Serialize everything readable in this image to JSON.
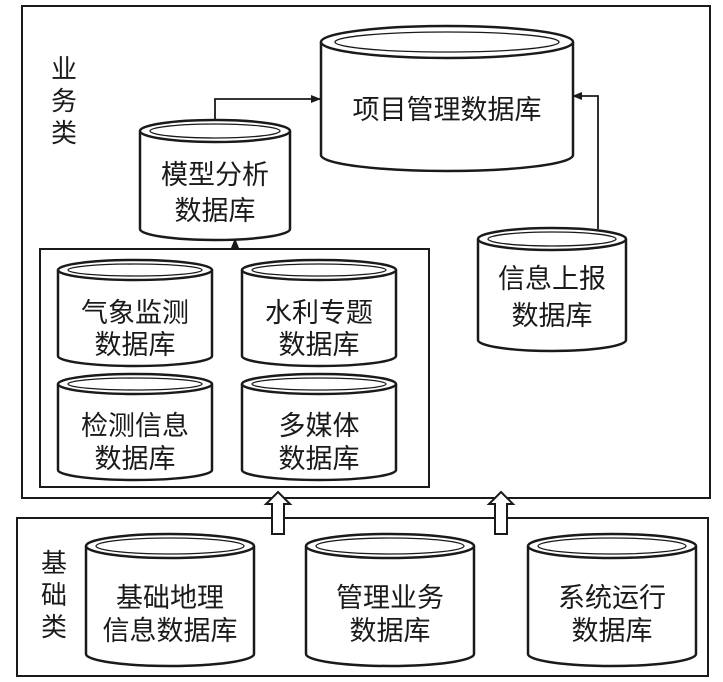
{
  "groups": {
    "business": {
      "label_chars": [
        "业",
        "务",
        "类"
      ]
    },
    "basic": {
      "label_chars": [
        "基",
        "础",
        "类"
      ]
    }
  },
  "databases": {
    "project": {
      "line1": "项目管理数据库"
    },
    "model": {
      "line1": "模型分析",
      "line2": "数据库"
    },
    "report": {
      "line1": "信息上报",
      "line2": "数据库"
    },
    "weather": {
      "line1": "气象监测",
      "line2": "数据库"
    },
    "water": {
      "line1": "水利专题",
      "line2": "数据库"
    },
    "inspect": {
      "line1": "检测信息",
      "line2": "数据库"
    },
    "media": {
      "line1": "多媒体",
      "line2": "数据库"
    },
    "geo": {
      "line1": "基础地理",
      "line2": "信息数据库"
    },
    "mgmt": {
      "line1": "管理业务",
      "line2": "数据库"
    },
    "sysrun": {
      "line1": "系统运行",
      "line2": "数据库"
    }
  }
}
